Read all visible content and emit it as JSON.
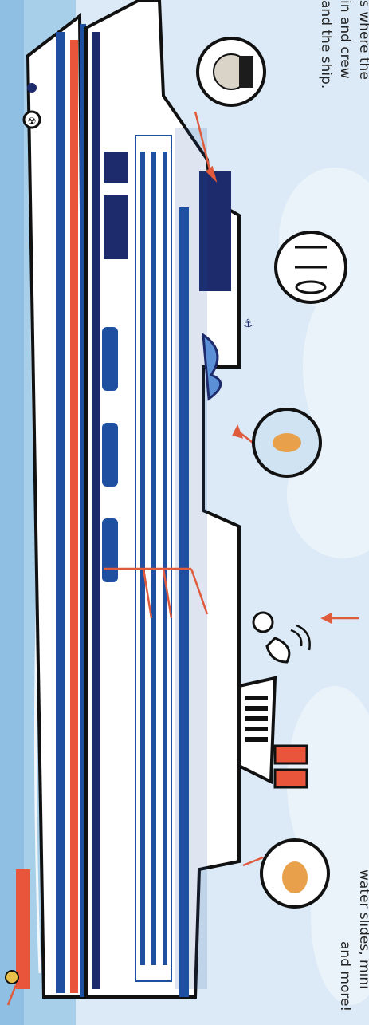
{
  "captions": {
    "bridge_line1": "s where the",
    "bridge_line2": "in and crew",
    "bridge_line3": "and the ship.",
    "pool_line1": "water slides, mini",
    "pool_line2": "and more!"
  },
  "icons": {
    "captain": "captain-icon",
    "dining": "fork-knife-spoon-icon",
    "swimming": "swimming-dog-icon",
    "satellite": "satellite-dish-icon",
    "golf": "golfing-dog-icon",
    "anchor": "anchor-icon",
    "propeller": "propeller-icon"
  },
  "colors": {
    "sky": "#cfe4f3",
    "sea": "#9cc7e6",
    "hull_blue": "#1f4fa0",
    "navy": "#1d2a6b",
    "accent_red": "#e8553a",
    "outline": "#111111"
  }
}
